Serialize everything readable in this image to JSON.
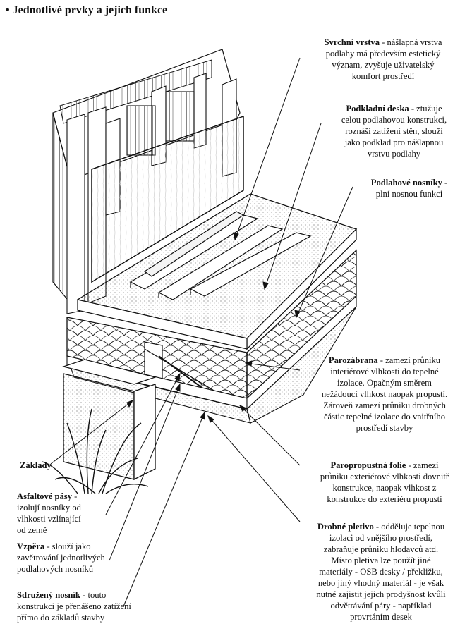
{
  "heading": "• Jednotlivé prvky a jejich funkce",
  "callouts": {
    "svrchni": {
      "title": "Svrchní vrstva",
      "lines": [
        " - nášlapná vrstva",
        "podlahy má především estetický",
        "význam, zvyšuje uživatelský",
        "komfort prostředí"
      ]
    },
    "podkladni": {
      "title": "Podkladní deska",
      "lines": [
        " - ztužuje",
        "celou podlahovou konstrukci,",
        "roznáší zatížení stěn, slouží",
        "jako podklad pro nášlapnou",
        "vrstvu podlahy"
      ]
    },
    "nosniky": {
      "title": "Podlahové nosníky",
      "lines": [
        " -",
        "plní nosnou funkci"
      ]
    },
    "parozabrana": {
      "title": "Parozábrana",
      "lines": [
        " - zamezí průniku",
        "interiérové vlhkosti do tepelné",
        "izolace. Opačným směrem",
        "nežádoucí vlhkost naopak propustí.",
        "Zároveň zamezí průniku drobných",
        "částic tepelné izolace do vnitřního",
        "prostředí stavby"
      ]
    },
    "zaklady": {
      "title": "Základy",
      "lines": []
    },
    "paropropustna": {
      "title": "Paropropustná folie",
      "lines": [
        " - zamezí",
        "průniku exteriérové vlhkosti dovnitř",
        "konstrukce, naopak vlhkost z",
        "konstrukce do exteriéru propustí"
      ]
    },
    "asfaltove": {
      "title": "Asfaltové pásy",
      "lines": [
        " -",
        "izolují nosníky od",
        "vlhkosti vzlínající",
        "od země"
      ]
    },
    "vzpera": {
      "title": "Vzpěra",
      "lines": [
        " - slouží jako",
        "zavětrování jednotlivých",
        "podlahových nosníků"
      ]
    },
    "pletivo": {
      "title": "Drobné pletivo",
      "lines": [
        " - odděluje tepelnou",
        "izolaci od vnějšího prostředí,",
        "zabraňuje průniku hlodavců atd.",
        "Místo pletiva lze použít jiné",
        "materiály - OSB desky / překližku,",
        "nebo jiný vhodný materiál - je však",
        "nutné zajistit jejich prodyšnost kvůli",
        "odvětrávání páry - například",
        "provrtáním desek"
      ]
    },
    "sdruzeny": {
      "title": "Sdružený nosník",
      "lines": [
        " - touto",
        "konstrukci je přenášeno zatížení",
        "přímo do základů stavby"
      ]
    }
  }
}
